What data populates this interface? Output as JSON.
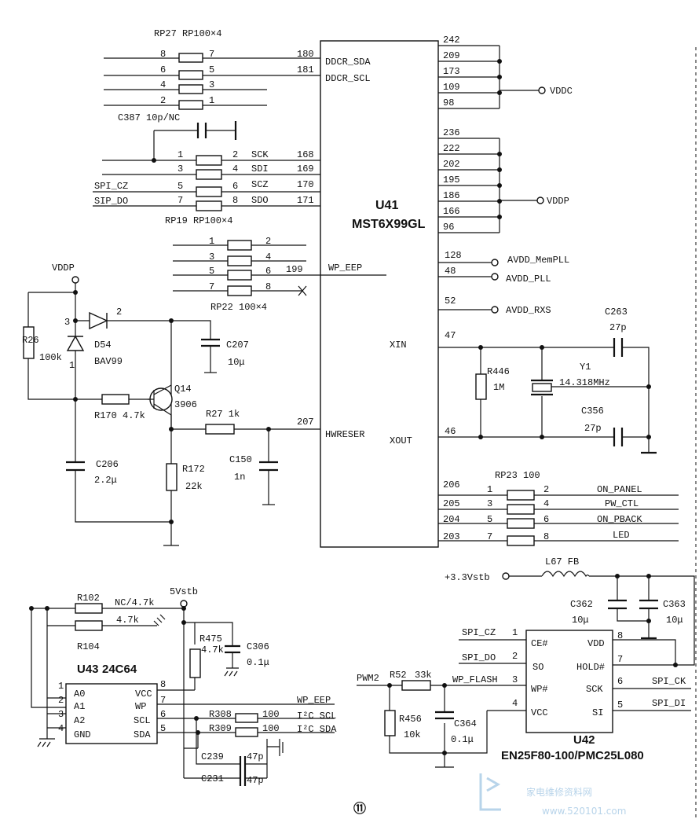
{
  "u41": {
    "ref": "U41",
    "part": "MST6X99GL",
    "left_pins": [
      {
        "num": "180",
        "name": "DDCR_SDA"
      },
      {
        "num": "181",
        "name": "DDCR_SCL"
      },
      {
        "num": "168",
        "name": ""
      },
      {
        "num": "169",
        "name": ""
      },
      {
        "num": "170",
        "name": ""
      },
      {
        "num": "171",
        "name": ""
      },
      {
        "num": "199",
        "name": "WP_EEP"
      },
      {
        "num": "207",
        "name": "HWRESER"
      }
    ],
    "right_pins": {
      "vddc_pins": [
        "242",
        "209",
        "173",
        "109",
        "98"
      ],
      "vddp_pins": [
        "236",
        "222",
        "202",
        "195",
        "186",
        "166",
        "96"
      ],
      "pll_pins": [
        {
          "num": "128",
          "net": "AVDD_MemPLL"
        },
        {
          "num": "48",
          "net": "AVDD_PLL"
        },
        {
          "num": "52",
          "net": "AVDD_RXS"
        }
      ],
      "xin": {
        "num": "47",
        "name": "XIN"
      },
      "xout": {
        "num": "46",
        "name": "XOUT"
      },
      "ctl_pins": [
        "206",
        "205",
        "204",
        "203"
      ]
    },
    "vddc": "VDDC",
    "vddp": "VDDP"
  },
  "rp27": {
    "label": "RP27 RP100×4",
    "pins_left": [
      "8",
      "6",
      "4",
      "2"
    ],
    "pins_right": [
      "7",
      "5",
      "3",
      "1"
    ]
  },
  "c387": {
    "label": "C387 10p/NC"
  },
  "rp19": {
    "label": "RP19 RP100×4",
    "pins_left": [
      "1",
      "3",
      "5",
      "7"
    ],
    "pins_right": [
      "2",
      "4",
      "6",
      "8"
    ],
    "nets": [
      "SCK",
      "SDI",
      "SCZ",
      "SDO"
    ],
    "left_nets": [
      "SPI_CZ",
      "SIP_DO"
    ]
  },
  "rp22": {
    "label": "RP22 100×4",
    "pins_left": [
      "1",
      "3",
      "5",
      "7"
    ],
    "pins_right": [
      "2",
      "4",
      "6",
      "8"
    ]
  },
  "reset": {
    "vddp": "VDDP",
    "r26": "R26",
    "r26_val": "100k",
    "d54": "D54",
    "d54_part": "BAV99",
    "d_pin3": "3",
    "d_pin2": "2",
    "d_pin1": "1",
    "c207": "C207",
    "c207_val": "10μ",
    "q14": "Q14",
    "q14_part": "3906",
    "r170": "R170 4.7k",
    "r27": "R27 1k",
    "c206": "C206",
    "c206_val": "2.2μ",
    "r172": "R172",
    "r172_val": "22k",
    "c150": "C150",
    "c150_val": "1n"
  },
  "xtal": {
    "r446": "R446",
    "r446_val": "1M",
    "y1": "Y1",
    "y1_freq": "14.318MHz",
    "c263": "C263",
    "c263_val": "27p",
    "c356": "C356",
    "c356_val": "27p"
  },
  "rp23": {
    "label": "RP23 100",
    "pins_left": [
      "1",
      "3",
      "5",
      "7"
    ],
    "pins_right": [
      "2",
      "4",
      "6",
      "8"
    ],
    "nets": [
      "ON_PANEL",
      "PW_CTL",
      "ON_PBACK",
      "LED"
    ]
  },
  "power": {
    "v33": "+3.3Vstb",
    "l67": "L67 FB",
    "c362": "C362",
    "c362_val": "10μ",
    "c363": "C363",
    "c363_val": "10μ"
  },
  "u43": {
    "ref": "U43",
    "part": "24C64",
    "pins_left": [
      {
        "n": "1",
        "name": "A0"
      },
      {
        "n": "2",
        "name": "A1"
      },
      {
        "n": "3",
        "name": "A2"
      },
      {
        "n": "4",
        "name": "GND"
      }
    ],
    "pins_right": [
      {
        "n": "8",
        "name": "VCC"
      },
      {
        "n": "7",
        "name": "WP"
      },
      {
        "n": "6",
        "name": "SCL"
      },
      {
        "n": "5",
        "name": "SDA"
      }
    ],
    "v5": "5Vstb",
    "r102": "R102",
    "r102_val": "NC/4.7k",
    "r104": "R104",
    "r104_val": "4.7k",
    "r475": "R475",
    "r475_val": "4.7k",
    "c306": "C306",
    "c306_val": "0.1μ",
    "wp_net": "WP_EEP",
    "r308": "R308",
    "r308_val": "100",
    "scl_net": "I²C SCL",
    "r309": "R309",
    "r309_val": "100",
    "sda_net": "I²C SDA",
    "c239": "C239",
    "c239_val": "47p",
    "c231": "C231",
    "c231_val": "47p"
  },
  "u42": {
    "ref": "U42",
    "part": "EN25F80-100/PMC25L080",
    "pins_left": [
      {
        "n": "1",
        "name": "CE#",
        "net": "SPI_CZ"
      },
      {
        "n": "2",
        "name": "SO",
        "net": "SPI_DO"
      },
      {
        "n": "3",
        "name": "WP#",
        "net": "WP_FLASH"
      },
      {
        "n": "4",
        "name": "VCC",
        "net": ""
      }
    ],
    "pins_right": [
      {
        "n": "8",
        "name": "VDD",
        "net": ""
      },
      {
        "n": "7",
        "name": "HOLD#",
        "net": ""
      },
      {
        "n": "6",
        "name": "SCK",
        "net": "SPI_CK"
      },
      {
        "n": "5",
        "name": "SI",
        "net": "SPI_DI"
      }
    ],
    "pwm2": "PWM2",
    "r52": "R52",
    "r52_val": "33k",
    "r456": "R456",
    "r456_val": "10k",
    "c364": "C364",
    "c364_val": "0.1μ"
  },
  "page_number": "⑪",
  "watermark": {
    "text": "家电维修资料网",
    "url": "www.520101.com"
  }
}
